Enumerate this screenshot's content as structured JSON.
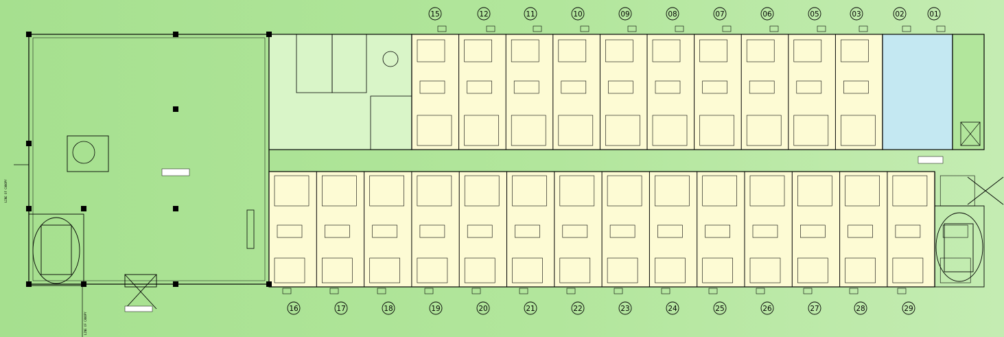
{
  "floor_plan": {
    "top_room_numbers": [
      "15",
      "12",
      "11",
      "10",
      "09",
      "08",
      "07",
      "06",
      "05",
      "03",
      "02",
      "01"
    ],
    "bottom_room_numbers": [
      "16",
      "17",
      "18",
      "19",
      "20",
      "21",
      "22",
      "23",
      "24",
      "25",
      "26",
      "27",
      "28",
      "29"
    ],
    "labels": {
      "line_of_canopy_left": "LINE OF CANOPY",
      "line_of_canopy_bottom": "LINE OF CANOPY"
    },
    "colors": {
      "background": "#b2e69c",
      "guest_rooms": "#fdfbd4",
      "office": "#d9f5c8",
      "utility_core": "#c4e8f2",
      "lines": "#000000"
    }
  }
}
